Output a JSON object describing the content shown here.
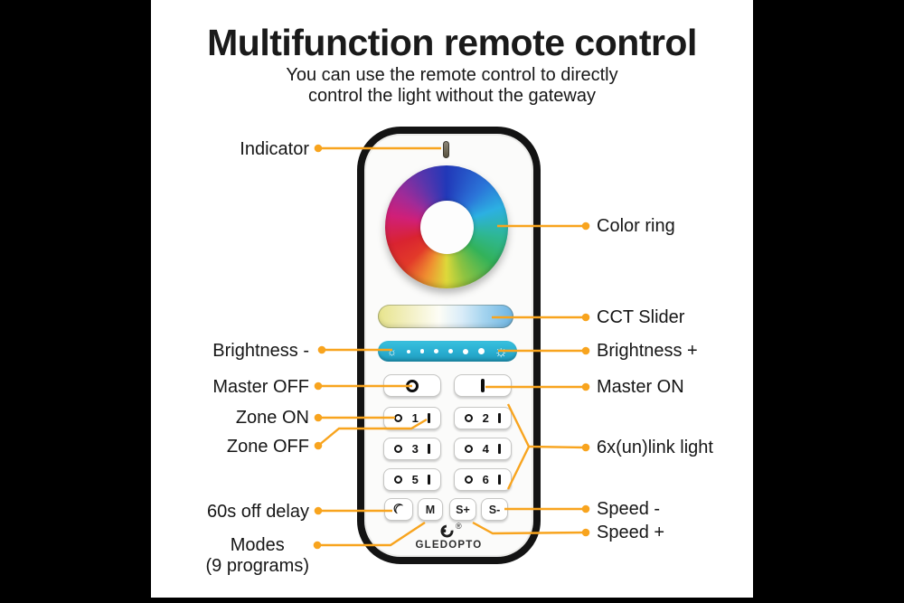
{
  "header": {
    "title": "Multifunction remote control",
    "subtitle_line1": "You can use the remote control to directly",
    "subtitle_line2": "control the light without the gateway"
  },
  "labels": {
    "indicator": "Indicator",
    "color_ring": "Color ring",
    "cct_slider": "CCT Slider",
    "brightness_minus": "Brightness -",
    "brightness_plus": "Brightness +",
    "master_off": "Master OFF",
    "master_on": "Master ON",
    "zone_on": "Zone ON",
    "zone_off": "Zone OFF",
    "link_light": "6x(un)link light",
    "off_delay": "60s off delay",
    "modes_line1": "Modes",
    "modes_line2": "(9 programs)",
    "speed_minus": "Speed -",
    "speed_plus": "Speed +"
  },
  "remote": {
    "zone_numbers": [
      "1",
      "2",
      "3",
      "4",
      "5",
      "6"
    ],
    "mode_button": "M",
    "speed_plus_button": "S+",
    "speed_minus_button": "S-",
    "night_icon": "☾",
    "sun_icon": "☼",
    "brand": "GLEDOPTO",
    "registered_mark": "®"
  },
  "colors": {
    "accent_orange": "#F8A41E",
    "slider_teal": "#29AED1"
  }
}
